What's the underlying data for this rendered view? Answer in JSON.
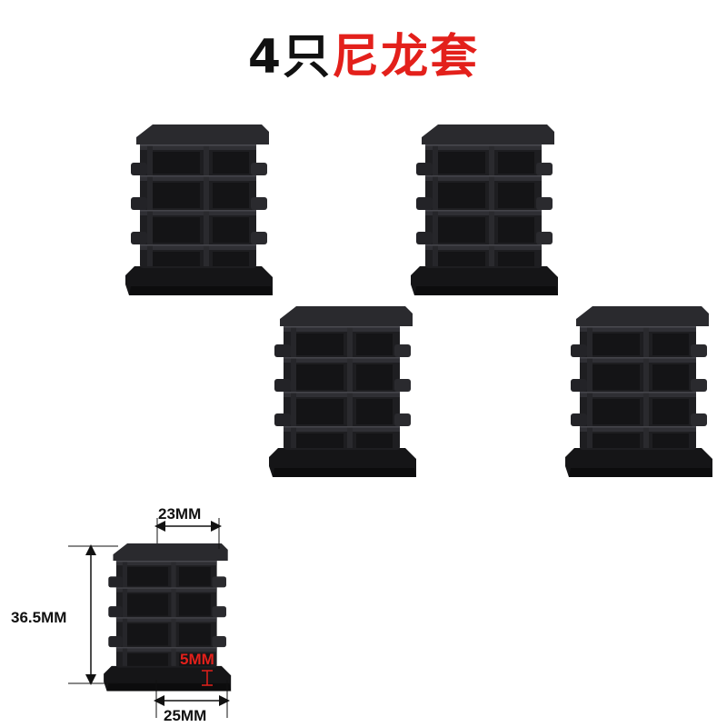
{
  "title": {
    "count_text": "4只",
    "name_text": "尼龙套",
    "count_color": "#111111",
    "name_color": "#e3201b"
  },
  "product": {
    "quantity": 4,
    "item_color": "#1c1c1e"
  },
  "dimensions": {
    "top_width": "23MM",
    "height": "36.5MM",
    "bottom_width": "25MM",
    "lip": "5MM",
    "lip_color": "#e3201b"
  }
}
